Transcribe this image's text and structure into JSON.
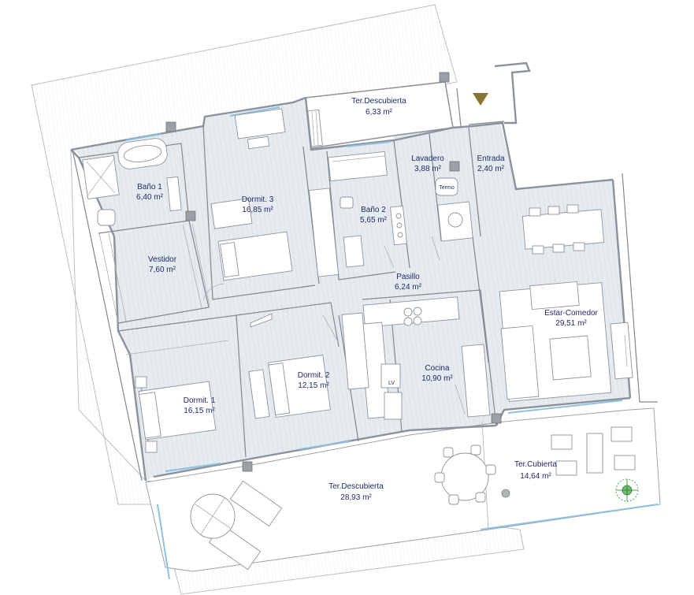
{
  "rooms": [
    {
      "id": "ter-descubierta-top",
      "name": "Ter.Descubierta",
      "area": "6,33 m²"
    },
    {
      "id": "lavadero",
      "name": "Lavadero",
      "area": "3,88 m²"
    },
    {
      "id": "entrada",
      "name": "Entrada",
      "area": "2,40 m²"
    },
    {
      "id": "bano-1",
      "name": "Baño 1",
      "area": "6,40 m²"
    },
    {
      "id": "dormit-3",
      "name": "Dormit. 3",
      "area": "16,85 m²"
    },
    {
      "id": "bano-2",
      "name": "Baño 2",
      "area": "5,65 m²"
    },
    {
      "id": "vestidor",
      "name": "Vestidor",
      "area": "7,60 m²"
    },
    {
      "id": "pasillo",
      "name": "Pasillo",
      "area": "6,24 m²"
    },
    {
      "id": "estar-comedor",
      "name": "Estar-Comedor",
      "area": "29,51 m²"
    },
    {
      "id": "dormit-2",
      "name": "Dormit. 2",
      "area": "12,15 m²"
    },
    {
      "id": "cocina",
      "name": "Cocina",
      "area": "10,90 m²"
    },
    {
      "id": "dormit-1",
      "name": "Dormit. 1",
      "area": "16,15 m²"
    },
    {
      "id": "ter-cubierta",
      "name": "Ter.Cubierta",
      "area": "14,64 m²"
    },
    {
      "id": "ter-descubierta-bottom",
      "name": "Ter.Descubierta",
      "area": "28,93 m²"
    }
  ],
  "fixtures": {
    "termo_label": "Termo",
    "lv_label": "LV"
  },
  "colors": {
    "label": "#1f2a6b",
    "floor": "#e4e9ed",
    "wall": "#7f8790",
    "glass": "#8fc0e0",
    "entry_marker": "#8a7433"
  }
}
